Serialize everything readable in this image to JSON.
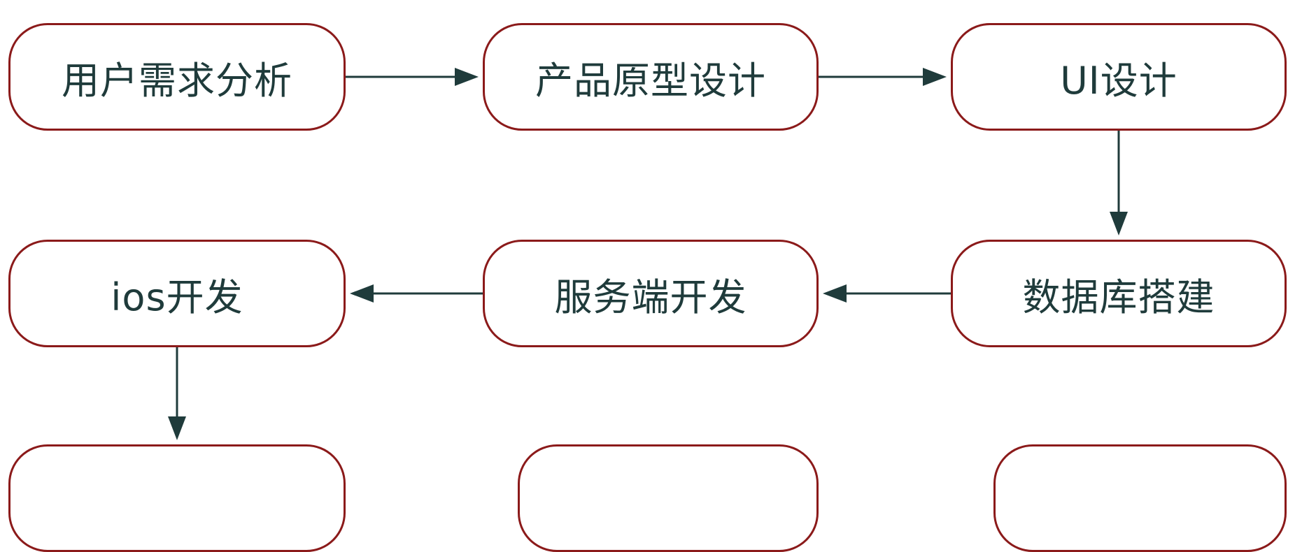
{
  "diagram": {
    "nodes": [
      {
        "id": "n1",
        "label": "用户需求分析"
      },
      {
        "id": "n2",
        "label": "产品原型设计"
      },
      {
        "id": "n3",
        "label": "UI设计"
      },
      {
        "id": "n4",
        "label": "ios开发"
      },
      {
        "id": "n5",
        "label": "服务端开发"
      },
      {
        "id": "n6",
        "label": "数据库搭建"
      },
      {
        "id": "n7",
        "label": ""
      },
      {
        "id": "n8",
        "label": ""
      },
      {
        "id": "n9",
        "label": ""
      }
    ],
    "edges": [
      {
        "from": "n1",
        "to": "n2"
      },
      {
        "from": "n2",
        "to": "n3"
      },
      {
        "from": "n3",
        "to": "n6"
      },
      {
        "from": "n6",
        "to": "n5"
      },
      {
        "from": "n5",
        "to": "n4"
      },
      {
        "from": "n4",
        "to": "n7"
      }
    ],
    "colors": {
      "node_border": "#8b1a1a",
      "text": "#1f3b3b",
      "arrow": "#1f3b3b"
    }
  }
}
